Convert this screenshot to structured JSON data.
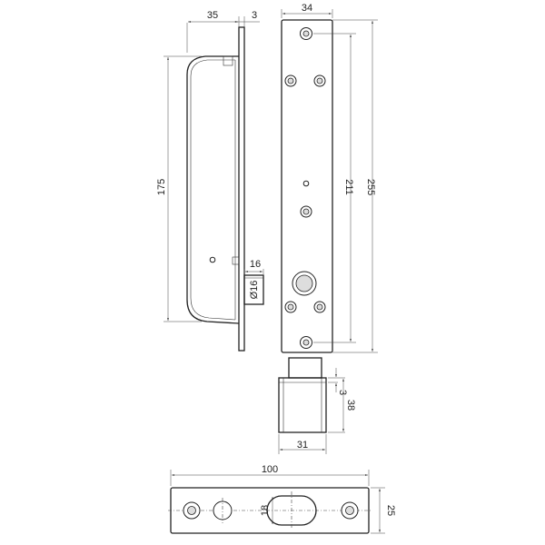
{
  "dimensions": {
    "side_depth": "35",
    "faceplate_thickness": "3",
    "faceplate_width": "34",
    "body_height": "175",
    "faceplate_length": "255",
    "hole_spacing": "211",
    "bolt_projection": "16",
    "bolt_diameter": "Ø16",
    "keeper_height": "38",
    "keeper_lip": "3",
    "keeper_width": "31",
    "strike_length": "100",
    "strike_width": "25",
    "strike_slot": "18"
  }
}
